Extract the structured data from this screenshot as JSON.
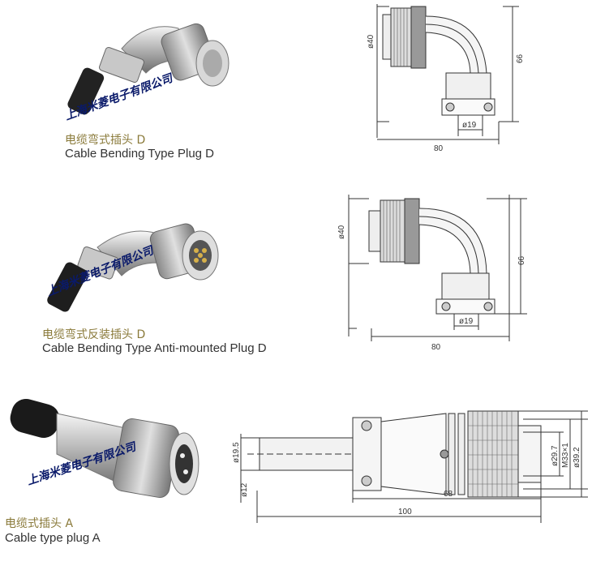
{
  "products": [
    {
      "name_cn": "电缆弯式插头 D",
      "name_en": "Cable Bending Type Plug D",
      "watermark": "上海米菱电子有限公司",
      "dims": {
        "diameter_main": "ø40",
        "height": "66",
        "width": "80",
        "cable": "ø19"
      }
    },
    {
      "name_cn": "电缆弯式反装插头 D",
      "name_en": "Cable Bending Type Anti-mounted Plug D",
      "watermark": "上海米菱电子有限公司",
      "dims": {
        "diameter_main": "ø40",
        "height": "66",
        "width": "80",
        "cable": "ø19"
      }
    },
    {
      "name_cn": "电缆式插头 A",
      "name_en": "Cable type plug A",
      "watermark": "上海米菱电子有限公司",
      "dims": {
        "d_outer_back": "ø19.5",
        "d_cable": "ø12",
        "inner_len": "68",
        "total_len": "100",
        "d_front": "ø29.7",
        "thread": "M33×1",
        "d_max": "ø39.2"
      }
    }
  ]
}
